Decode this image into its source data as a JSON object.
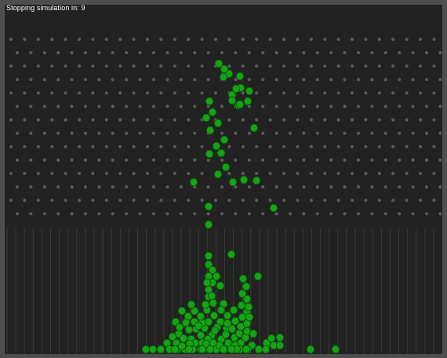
{
  "status": {
    "label": "Stopping simulation in:",
    "countdown": "9"
  },
  "simulation": {
    "type": "galton-board",
    "colors": {
      "background": "#222222",
      "frame": "#4e4e4e",
      "peg": "#5a5a5a",
      "bin_divider": "#3a3a3a",
      "ball": "#16a316",
      "ball_edge": "#0b5d0b"
    },
    "peg_rows": 14,
    "bin_count": 50,
    "balls_in_flight": 33,
    "balls_settled": 111
  }
}
